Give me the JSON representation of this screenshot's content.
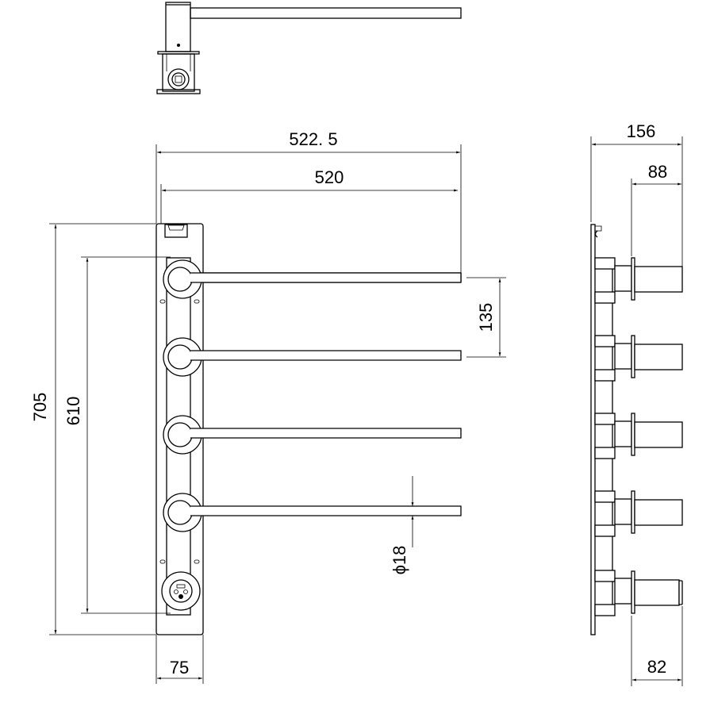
{
  "title": "Towel rail technical drawing",
  "dimensions": {
    "overall_width": "522. 5",
    "rail_length": "520",
    "rail_spacing": "135",
    "overall_height": "705",
    "rail_span": "610",
    "rail_diameter": "ϕ18",
    "plate_width": "75",
    "overall_depth": "156",
    "projection": "88",
    "bottom_projection": "82"
  },
  "colors": {
    "line": "#000000",
    "background": "#ffffff"
  }
}
